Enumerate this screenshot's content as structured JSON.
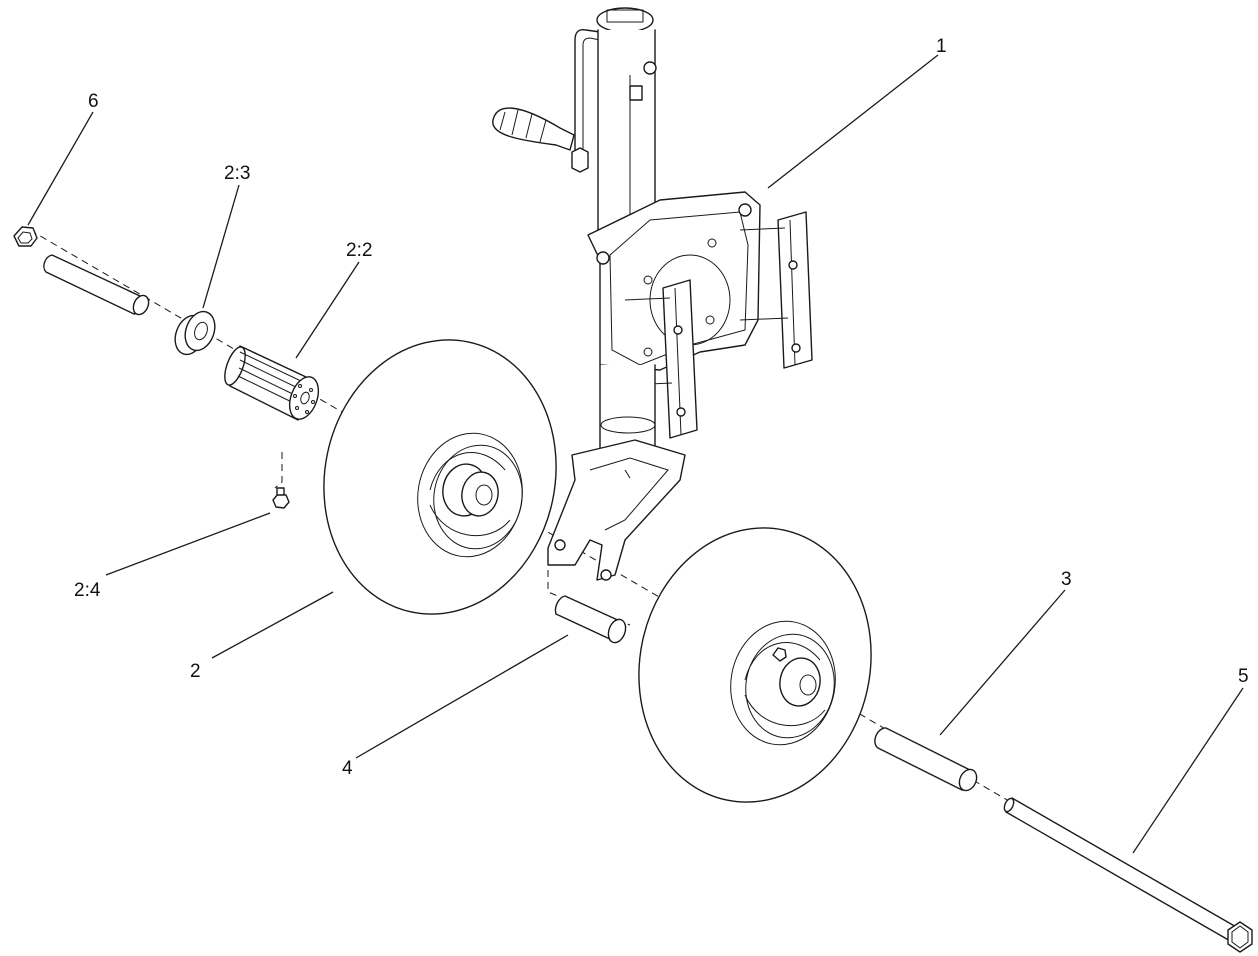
{
  "callouts": {
    "c1": "1",
    "c2": "2",
    "c2_2": "2:2",
    "c2_3": "2:3",
    "c2_4": "2:4",
    "c3": "3",
    "c4": "4",
    "c5": "5",
    "c6": "6"
  },
  "colors": {
    "line": "#1a1a1a",
    "background": "#ffffff"
  }
}
